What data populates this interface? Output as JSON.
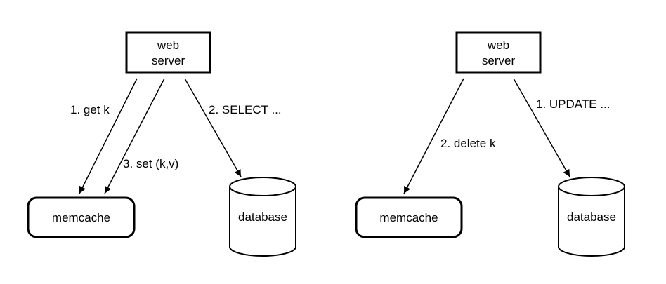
{
  "left_diagram": {
    "web_server": [
      "web",
      "server"
    ],
    "memcache": "memcache",
    "database": "database",
    "edge_get": "1. get k",
    "edge_select": "2. SELECT ...",
    "edge_set": "3. set (k,v)"
  },
  "right_diagram": {
    "web_server": [
      "web",
      "server"
    ],
    "memcache": "memcache",
    "database": "database",
    "edge_update": "1. UPDATE ...",
    "edge_delete": "2. delete k"
  },
  "colors": {
    "stroke": "#000000",
    "background": "#ffffff"
  }
}
